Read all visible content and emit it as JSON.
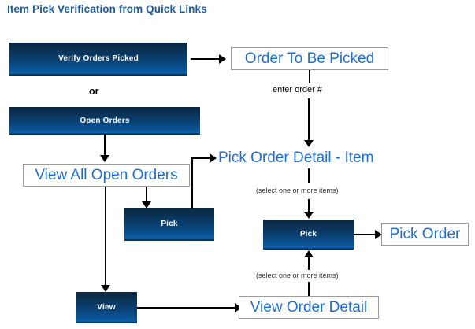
{
  "title": "Item Pick Verification from Quick Links",
  "colors": {
    "title_blue": "#1d5ca0",
    "box_text_blue": "#1f6fd0",
    "button_navy_top": "#0a2740",
    "button_blue_bottom": "#0c63ae",
    "box_border_gray": "#9a9a9a",
    "connector_black": "#000000",
    "background": "#ffffff"
  },
  "buttons": {
    "verify_orders_picked": "Verify Orders Picked",
    "open_orders": "Open Orders",
    "pick_left": "Pick",
    "pick_right": "Pick",
    "view": "View"
  },
  "screens": {
    "order_to_be_picked": "Order To Be Picked",
    "view_all_open_orders": "View All Open Orders",
    "pick_order_detail_item": "Pick Order Detail - Item",
    "pick_order": "Pick Order",
    "view_order_detail": "View Order Detail"
  },
  "annotations": {
    "or": "or",
    "enter_order_number": "enter order #",
    "select_items_top": "(select one or more items)",
    "select_items_bottom": "(select one or more items)"
  }
}
